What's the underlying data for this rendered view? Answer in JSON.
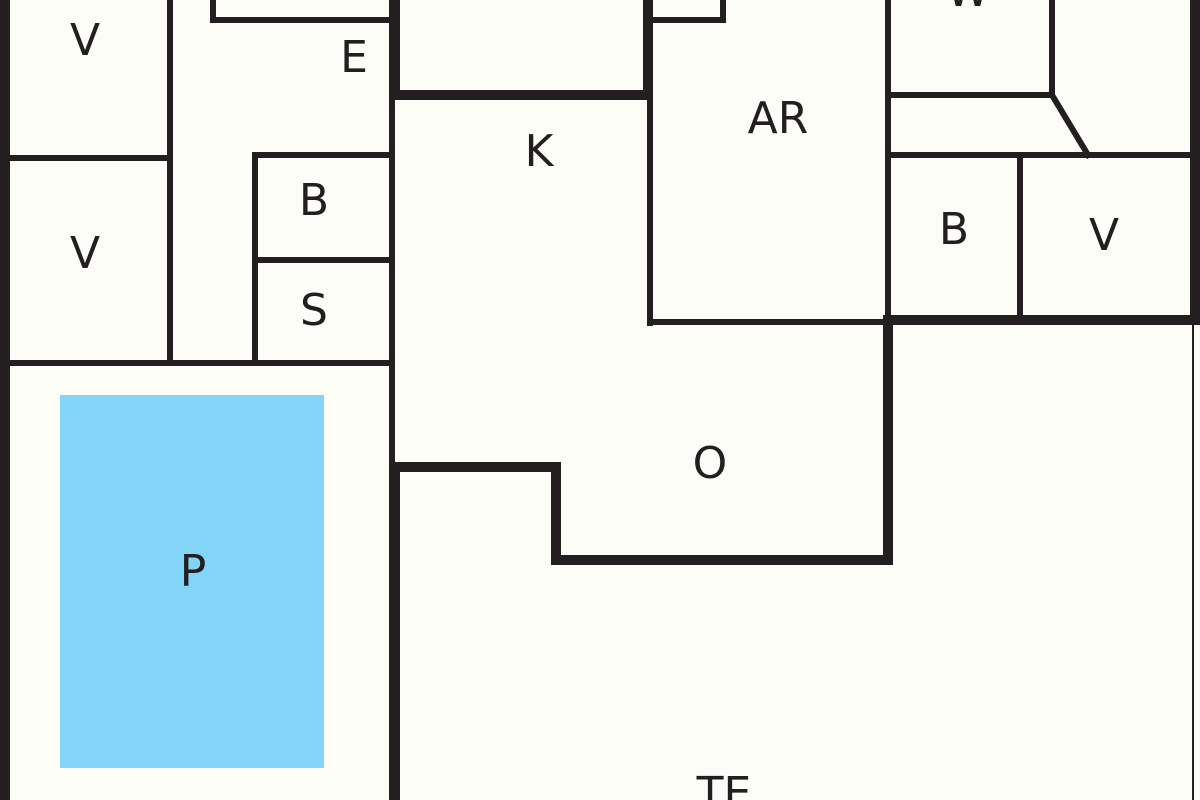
{
  "colors": {
    "background": "#fdfdf8",
    "wall": "#231f20",
    "pool": "#82d5f7"
  },
  "rooms": {
    "v_top_left": "V",
    "v_mid_left": "V",
    "v_right": "V",
    "e": "E",
    "b_left": "B",
    "s": "S",
    "k": "K",
    "ar": "AR",
    "b_right": "B",
    "w_top": "W",
    "o": "O",
    "p": "P",
    "te": "TE"
  }
}
